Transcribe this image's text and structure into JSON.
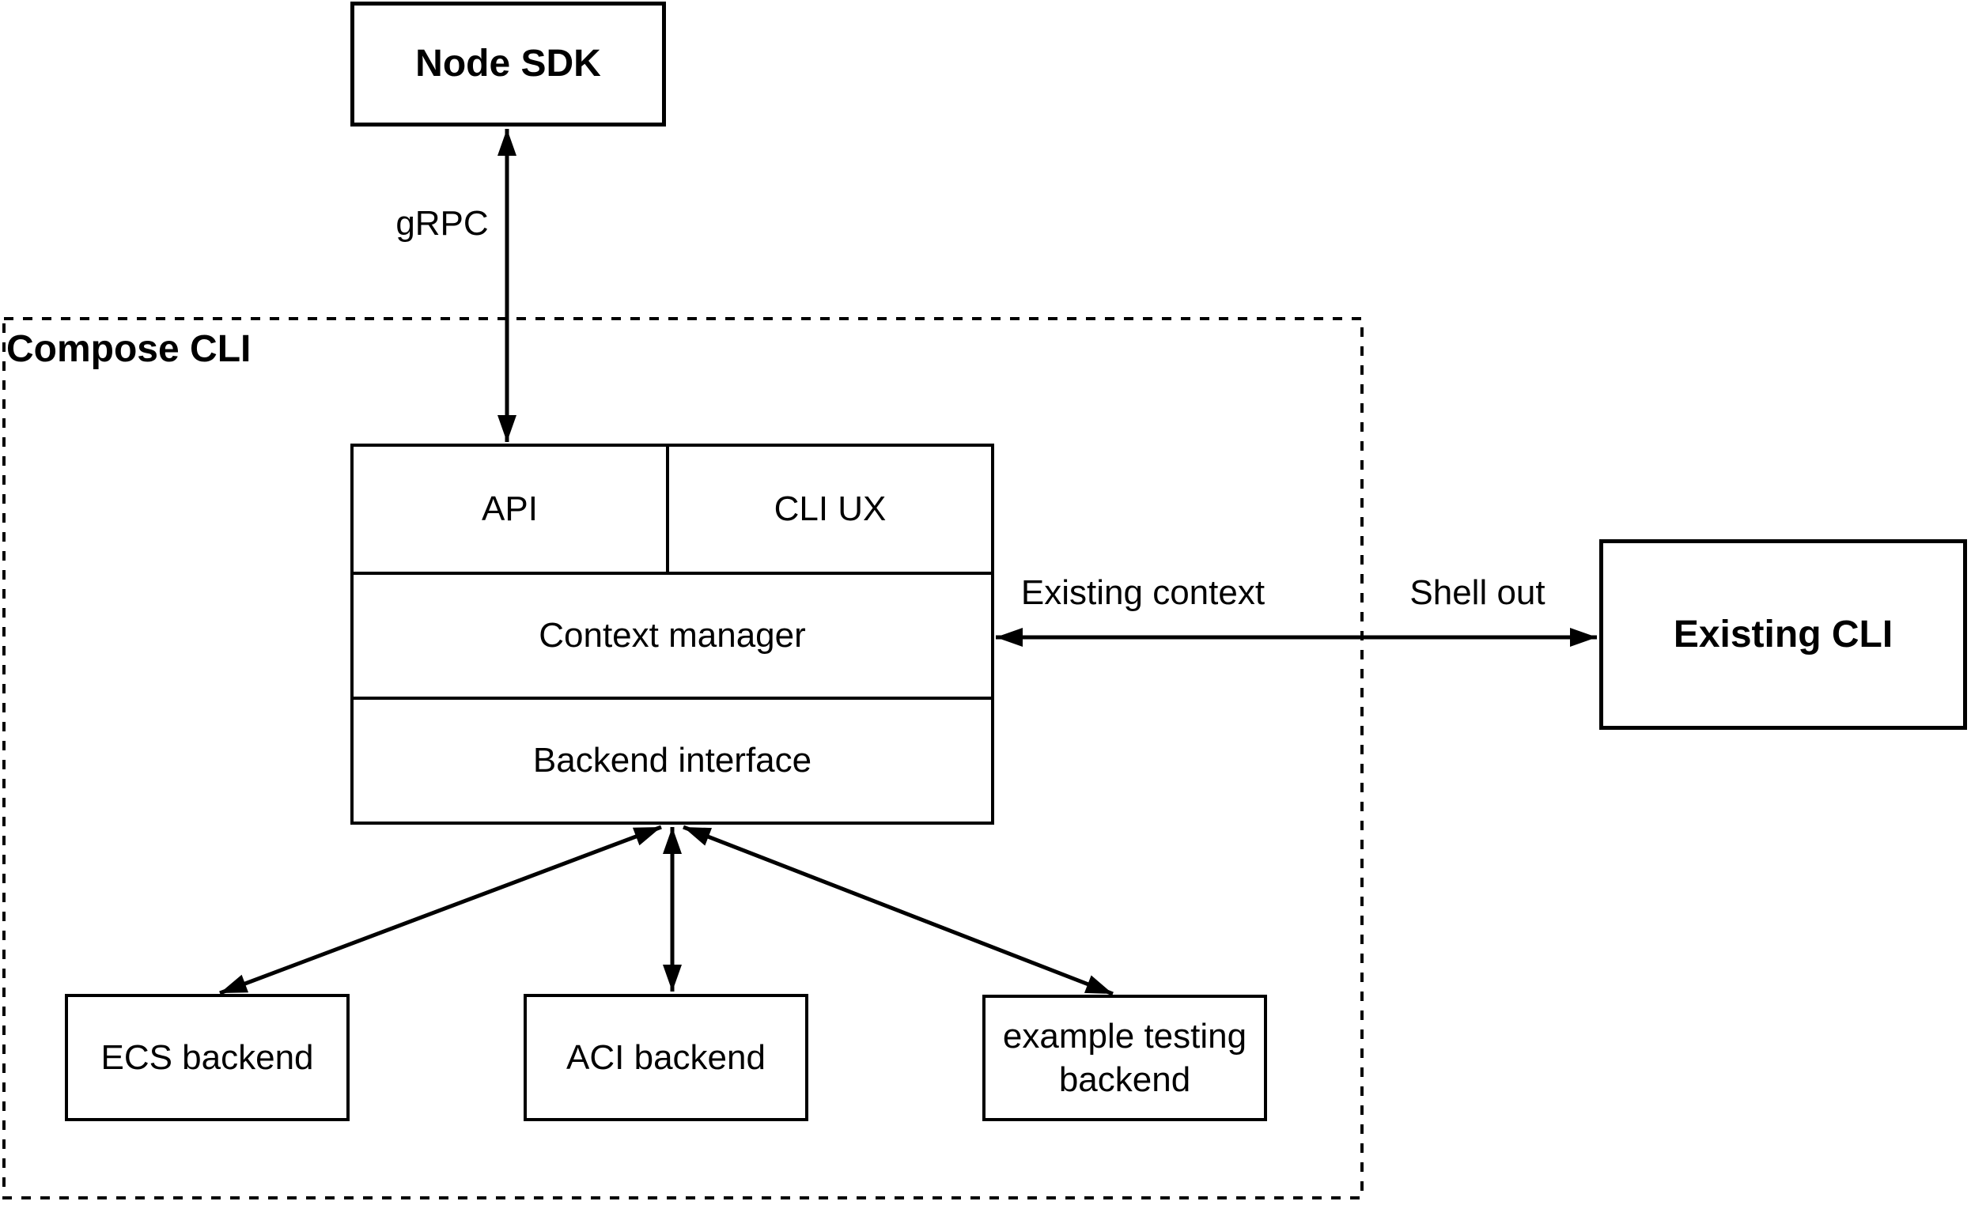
{
  "canvas": {
    "background": "#ffffff",
    "stroke_color": "#000000"
  },
  "group": {
    "label": "Compose CLI"
  },
  "nodes": {
    "node_sdk": {
      "label": "Node SDK"
    },
    "api": {
      "label": "API"
    },
    "cli_ux": {
      "label": "CLI UX"
    },
    "context_manager": {
      "label": "Context manager"
    },
    "backend_interface": {
      "label": "Backend interface"
    },
    "existing_cli": {
      "label": "Existing CLI"
    },
    "ecs_backend": {
      "label": "ECS backend"
    },
    "aci_backend": {
      "label": "ACI backend"
    },
    "example_testing_backend": {
      "label": "example testing backend"
    }
  },
  "edges": {
    "grpc": {
      "label": "gRPC"
    },
    "existing_context": {
      "label": "Existing context"
    },
    "shell_out": {
      "label": "Shell out"
    }
  }
}
